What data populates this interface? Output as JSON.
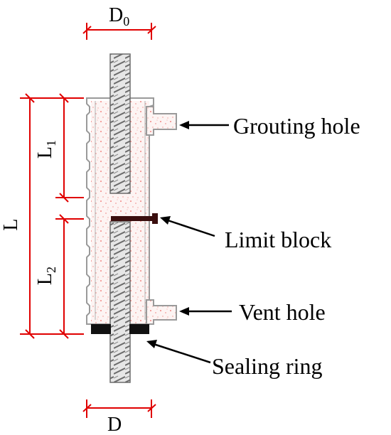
{
  "dimensions": {
    "top_diameter": {
      "main": "D",
      "sub": "0"
    },
    "bottom_diameter": "D",
    "total_length": "L",
    "upper_length": {
      "main": "L",
      "sub": "1"
    },
    "lower_length": {
      "main": "L",
      "sub": "2"
    }
  },
  "callouts": {
    "grouting_hole": "Grouting hole",
    "limit_block": "Limit block",
    "vent_hole": "Vent hole",
    "sealing_ring": "Sealing ring"
  },
  "colors": {
    "dimension_line": "#e00000",
    "grout_speckle": "#e8403a",
    "sleeve_outline": "#9a9a9a",
    "rebar": "#6b6b6b",
    "limit_block": "#3a0e0e",
    "sealing_ring": "#111111"
  }
}
